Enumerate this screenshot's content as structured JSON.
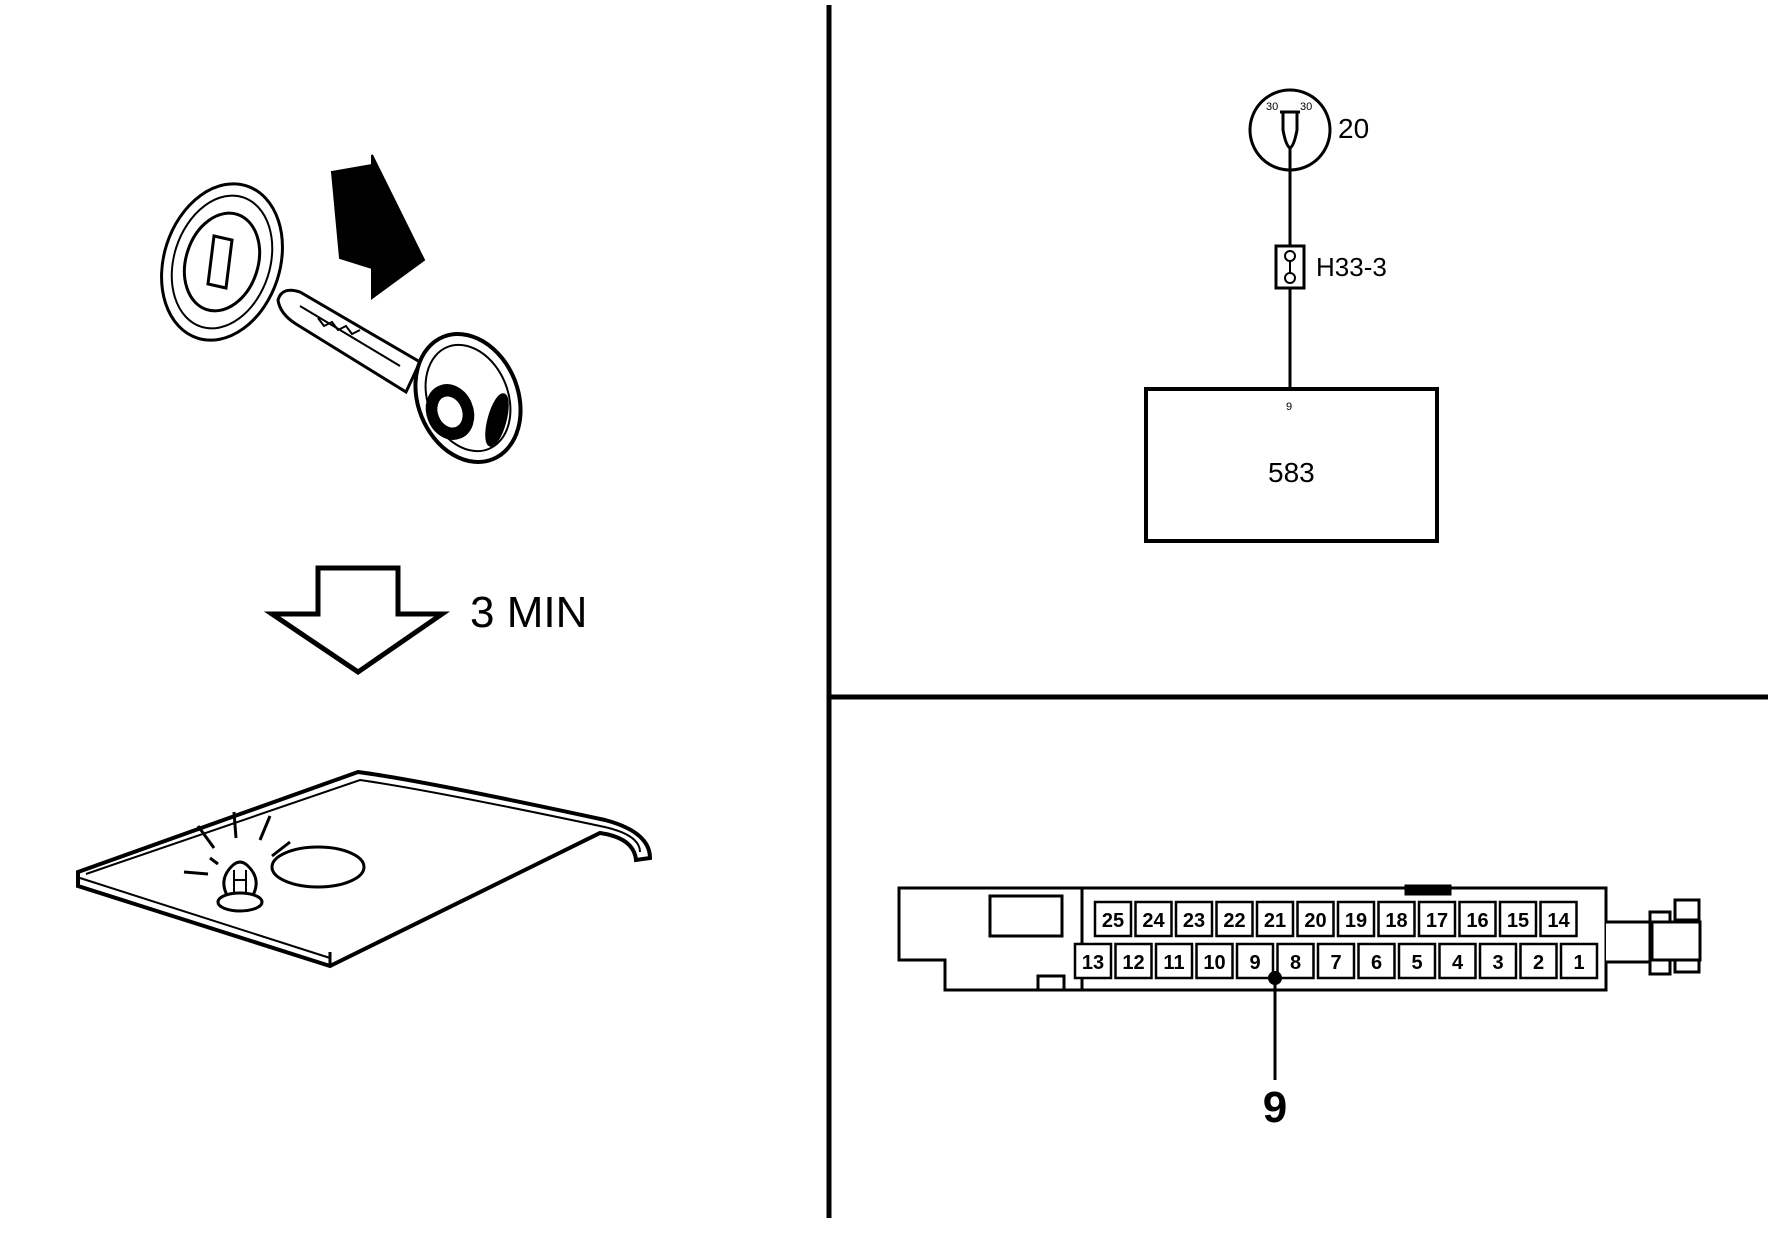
{
  "left_panel": {
    "wait_label": "3 MIN"
  },
  "wiring": {
    "fuse_label": "20",
    "fuse_pin_left": "30",
    "fuse_pin_right": "30",
    "connector_label": "H33-3",
    "module_pin": "9",
    "module_label": "583"
  },
  "connector": {
    "top_row": [
      "25",
      "24",
      "23",
      "22",
      "21",
      "20",
      "19",
      "18",
      "17",
      "16",
      "15",
      "14"
    ],
    "bottom_row": [
      "13",
      "12",
      "11",
      "10",
      "9",
      "8",
      "7",
      "6",
      "5",
      "4",
      "3",
      "2",
      "1"
    ],
    "callout_pin": "9"
  },
  "colors": {
    "ink": "#000000",
    "background": "#ffffff"
  }
}
